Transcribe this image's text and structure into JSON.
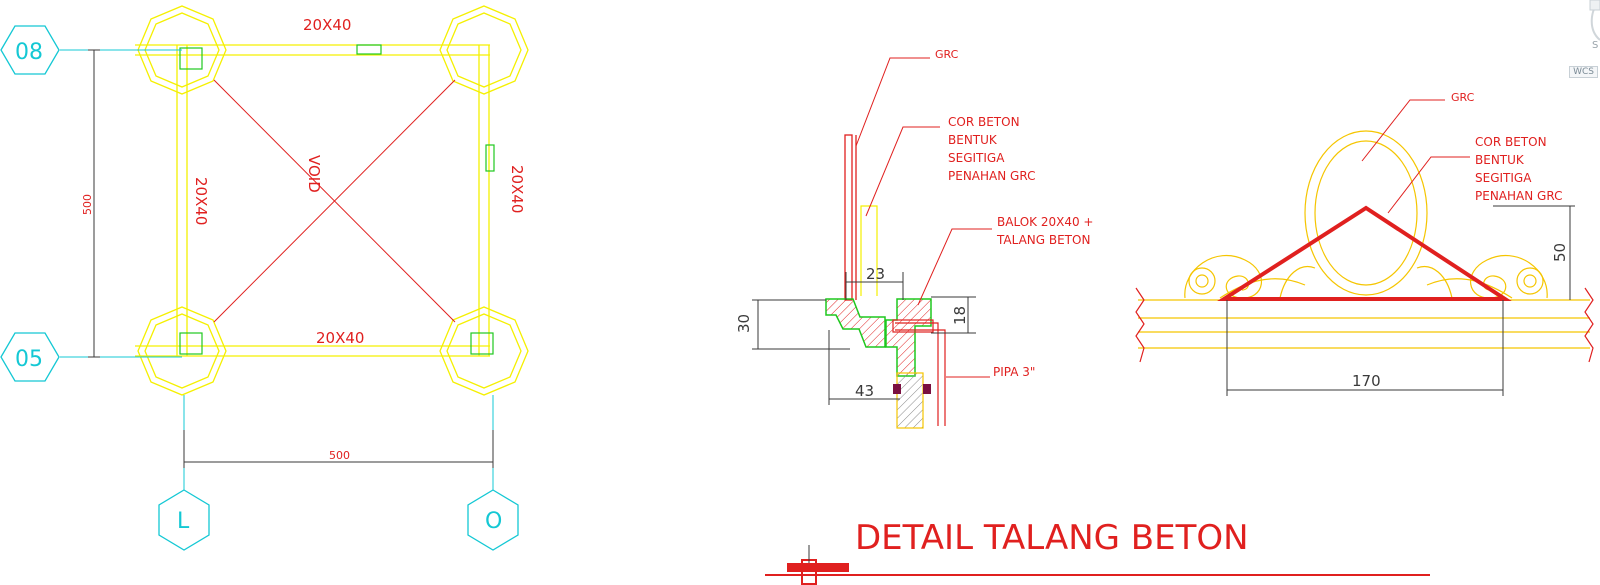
{
  "plan": {
    "grid_bubbles": {
      "row_top": "08",
      "row_bottom": "05",
      "col_left": "L",
      "col_right": "O"
    },
    "beam_top": "20X40",
    "beam_bottom": "20X40",
    "beam_left": "20X40",
    "beam_right": "20X40",
    "void_label": "VOID",
    "dim_vertical": "500",
    "dim_horizontal": "500"
  },
  "section": {
    "grc_label": "GRC",
    "cor_label": [
      "COR BETON",
      "BENTUK",
      "SEGITIGA",
      "PENAHAN GRC"
    ],
    "balok_label": [
      "BALOK 20X40 +",
      "TALANG BETON"
    ],
    "pipa_label": "PIPA 3\"",
    "dims": {
      "d23": "23",
      "d30": "30",
      "d18": "18",
      "d43": "43"
    }
  },
  "elevation": {
    "grc_label": "GRC",
    "cor_label": [
      "COR BETON",
      "BENTUK",
      "SEGITIGA",
      "PENAHAN GRC"
    ],
    "dim_width": "170",
    "dim_height": "50"
  },
  "title": "DETAIL TALANG BETON",
  "ui": {
    "wcs_label": "WCS"
  },
  "colors": {
    "red": "#e0201f",
    "yellow": "#f5f000",
    "cyan": "#14c8d4",
    "green": "#1ec81e",
    "dim": "#3a3a3a"
  }
}
